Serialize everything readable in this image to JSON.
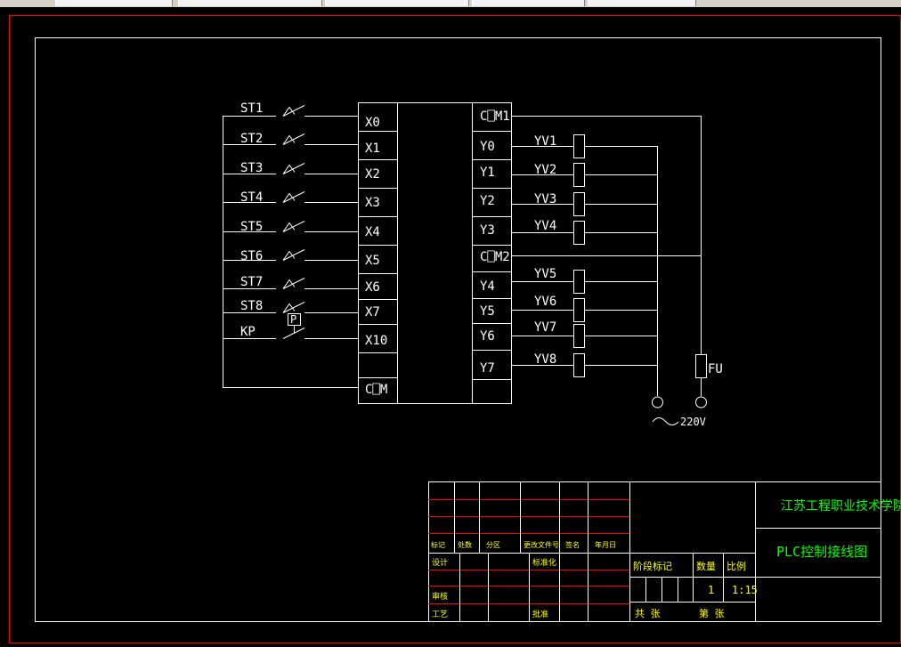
{
  "inputs": [
    {
      "label": "ST1",
      "terminal": "X0"
    },
    {
      "label": "ST2",
      "terminal": "X1"
    },
    {
      "label": "ST3",
      "terminal": "X2"
    },
    {
      "label": "ST4",
      "terminal": "X3"
    },
    {
      "label": "ST5",
      "terminal": "X4"
    },
    {
      "label": "ST6",
      "terminal": "X5"
    },
    {
      "label": "ST7",
      "terminal": "X6"
    },
    {
      "label": "ST8",
      "terminal": "X7"
    },
    {
      "label": "KP",
      "terminal": "X10"
    }
  ],
  "pressure_symbol": "P",
  "input_common": "C⎕M",
  "output_terminals": [
    "C⎕M1",
    "Y0",
    "Y1",
    "Y2",
    "Y3",
    "C⎕M2",
    "Y4",
    "Y5",
    "Y6",
    "Y7"
  ],
  "valves": [
    "YV1",
    "YV2",
    "YV3",
    "YV4",
    "YV5",
    "YV6",
    "YV7",
    "YV8"
  ],
  "fuse_label": "FU",
  "supply_label": "220V",
  "title_block": {
    "school": "江苏工程职业技术学院",
    "drawing_title": "PLC控制接线图",
    "header_labels": [
      "标记",
      "处数",
      "分区",
      "更改文件号",
      "签名",
      "年月日"
    ],
    "design": "设计",
    "standardize": "标准化",
    "review": "审核",
    "craft": "工艺",
    "approve": "批准",
    "stage_mark": "阶段标记",
    "weight": "数量",
    "scale": "比例",
    "weight_value": "1",
    "scale_value": "1:15",
    "total_sheets": "共 张",
    "sheet_no": "第 张"
  },
  "colors": {
    "background": "#000000",
    "line": "#ffffff",
    "frame": "#ff0000",
    "title_text": "#00ff00",
    "sign_text": "#ffff00"
  }
}
